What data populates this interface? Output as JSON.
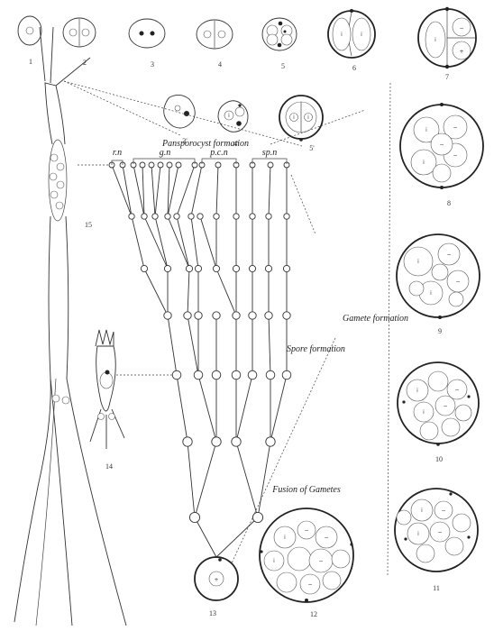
{
  "labels": {
    "pansporocyst_formation": "Pansporocyst formation",
    "gamete_formation": "Gamete formation",
    "spore_formation": "Spore formation",
    "fusion_of_gametes": "Fusion of Gametes",
    "gn": "g.n",
    "pcn": "p.c.n",
    "spn": "sp.n",
    "rn": "r.n"
  },
  "figure_numbers": {
    "f1": "1",
    "f2": "2",
    "f3": "3",
    "f4": "4",
    "f5": "5",
    "f6": "6",
    "f7": "7",
    "f3p": "3'",
    "f4p": "4'",
    "f5p": "5'",
    "f8": "8",
    "f9": "9",
    "f10": "10",
    "f11": "11",
    "f12": "12",
    "f13": "13",
    "f14": "14",
    "f15": "15"
  },
  "cell_symbols": {
    "plus": "+",
    "minus": "−"
  }
}
